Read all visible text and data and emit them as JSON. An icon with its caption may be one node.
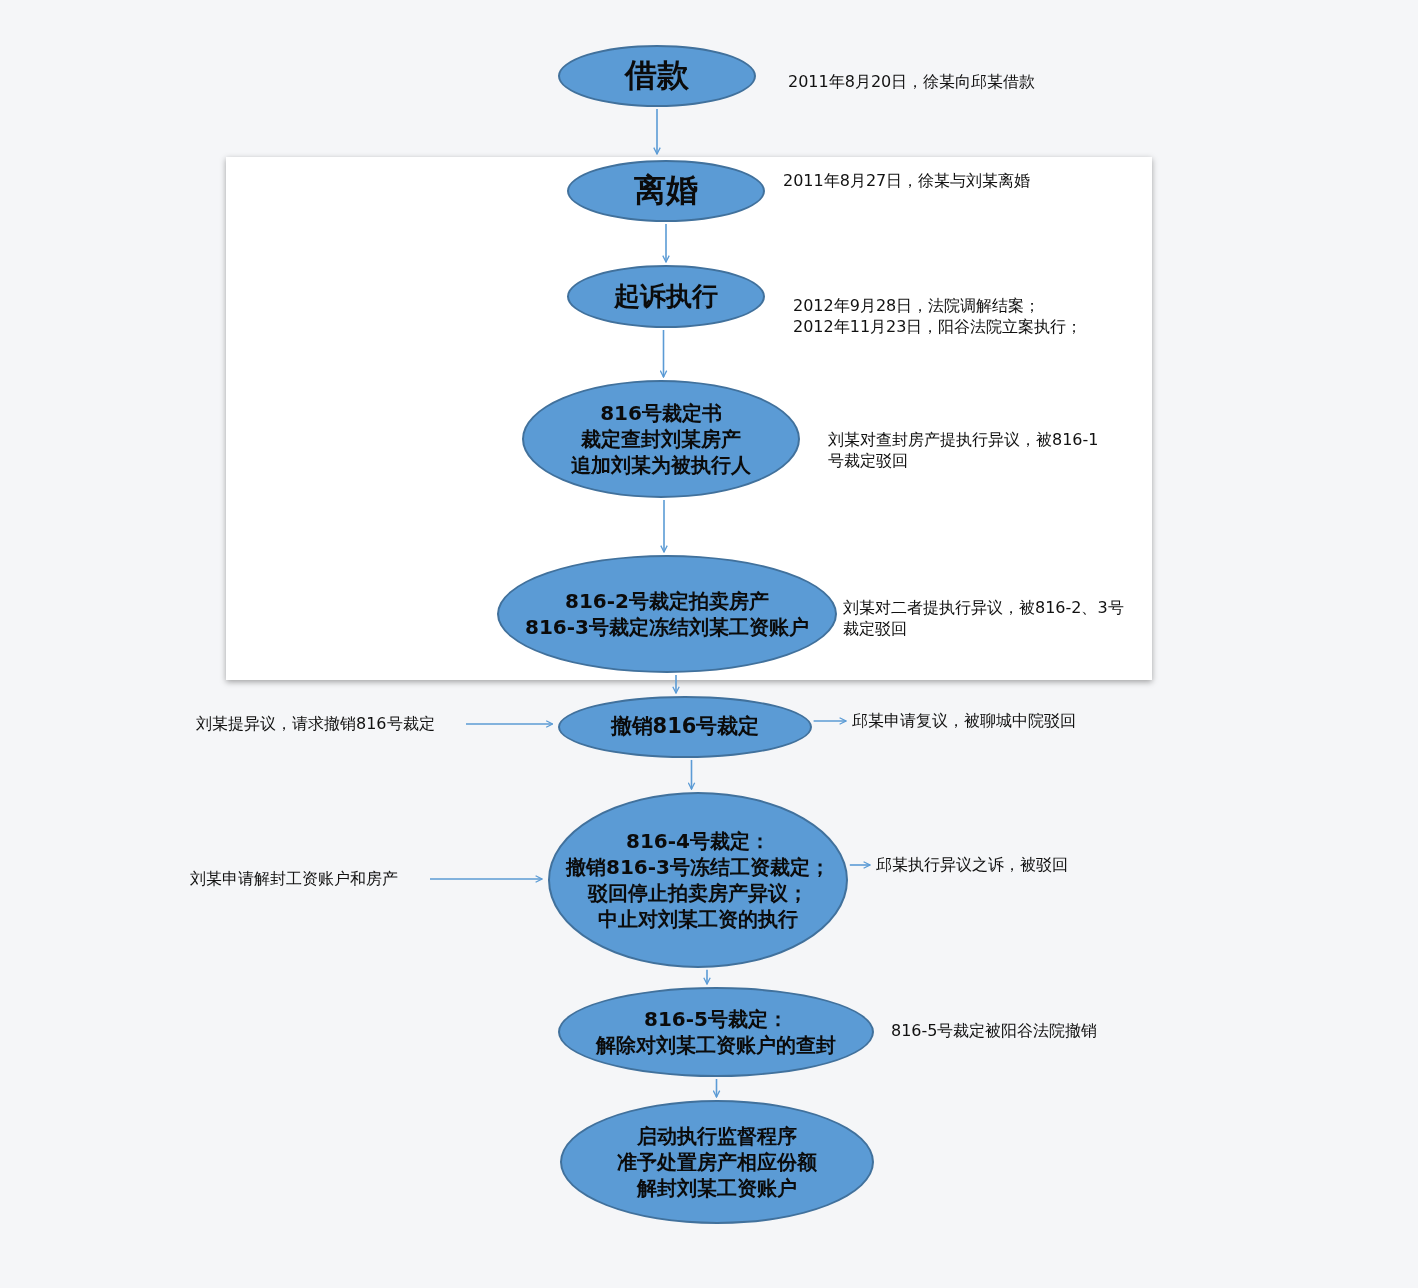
{
  "diagram": {
    "nodes": [
      {
        "text": [
          "借款"
        ],
        "beside": [
          "2011年8月20日，徐某向邱某借款"
        ]
      },
      {
        "text": [],
        "shape": "box"
      },
      {
        "text": [
          "离婚"
        ],
        "in": 1,
        "beside": [
          "2011年8月27日，徐某与刘某离婚"
        ]
      },
      {
        "text": [
          "起诉执行"
        ],
        "in": 1,
        "beside": [
          "2012年9月28日，法院调解结案；",
          "2012年11月23日，阳谷法院立案执行；"
        ]
      },
      {
        "text": [
          "816号裁定书",
          "裁定查封刘某房产",
          "追加刘某为被执行人"
        ],
        "in": 1,
        "beside": [
          "刘某对查封房产提执行异议，被816-1号裁定驳回"
        ]
      },
      {
        "text": [
          "816-2号裁定拍卖房产",
          "816-3号裁定冻结刘某工资账户"
        ],
        "in": 1,
        "beside": [
          "刘某对二者提执行异议，被816-2、3号裁定驳回"
        ]
      },
      {
        "text": [
          "撤销816号裁定"
        ]
      },
      {
        "text": [
          "刘某提异议，请求撤销816号裁定"
        ]
      },
      {
        "text": [
          "邱某申请复议，被聊城中院驳回"
        ]
      },
      {
        "text": [
          "816-4号裁定：",
          "撤销816-3号冻结工资裁定；",
          "驳回停止拍卖房产异议；",
          "中止对刘某工资的执行"
        ]
      },
      {
        "text": [
          "刘某申请解封工资账户和房产"
        ]
      },
      {
        "text": [
          "邱某执行异议之诉，被驳回"
        ]
      },
      {
        "text": [
          "816-5号裁定：",
          "解除对刘某工资账户的查封"
        ],
        "beside": [
          "816-5号裁定被阳谷法院撤销"
        ]
      },
      {
        "text": [
          "启动执行监督程序",
          "准予处置房产相应份额",
          "解封刘某工资账户"
        ]
      }
    ],
    "edges": [
      {
        "from": 0,
        "to": 1,
        "arrow": "to"
      },
      {
        "from": 2,
        "to": 3,
        "arrow": "to"
      },
      {
        "from": 3,
        "to": 4,
        "arrow": "to"
      },
      {
        "from": 4,
        "to": 5,
        "arrow": "to"
      },
      {
        "from": 5,
        "to": 6,
        "arrow": "to"
      },
      {
        "from": 7,
        "to": 6,
        "arrow": "to"
      },
      {
        "from": 6,
        "to": 8,
        "arrow": "to"
      },
      {
        "from": 6,
        "to": 9,
        "arrow": "to"
      },
      {
        "from": 10,
        "to": 9,
        "arrow": "to"
      },
      {
        "from": 9,
        "to": 11,
        "arrow": "to"
      },
      {
        "from": 9,
        "to": 12,
        "arrow": "to"
      },
      {
        "from": 12,
        "to": 13,
        "arrow": "to"
      }
    ]
  }
}
